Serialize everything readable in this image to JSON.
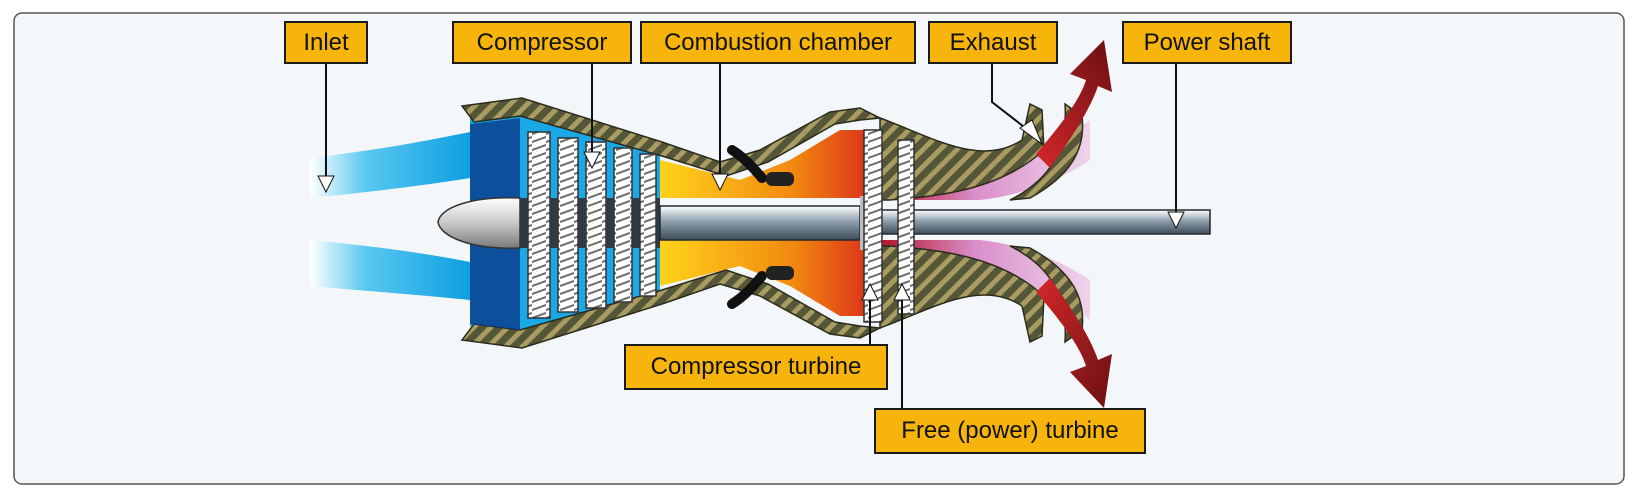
{
  "labels": {
    "inlet": "Inlet",
    "compressor": "Compressor",
    "combustion_chamber": "Combustion chamber",
    "exhaust": "Exhaust",
    "power_shaft": "Power shaft",
    "compressor_turbine": "Compressor turbine",
    "free_turbine": "Free (power) turbine"
  },
  "colors": {
    "panel_background": "#f3f7fa",
    "label_fill": "#f7b50c",
    "intake_air": "#1ab3ea",
    "combustion": "#f5a30d",
    "exhaust_gas": "#d9a7d3",
    "exhaust_arrow": "#8b1a1a",
    "casing": "#6b6b4f"
  }
}
